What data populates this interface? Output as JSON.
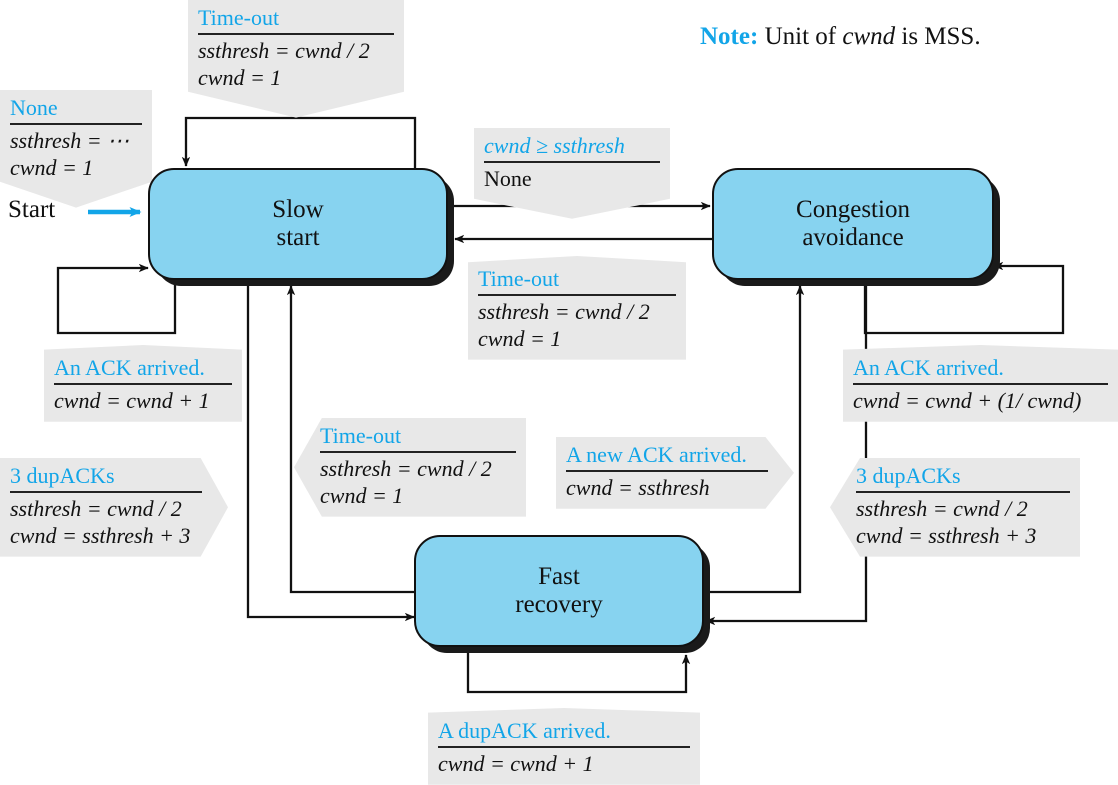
{
  "diagram": {
    "title": "TCP congestion control state machine",
    "colors": {
      "state_fill": "#87d3f0",
      "event_text": "#12a5e8",
      "label_bg": "#e8e8e8",
      "line": "#111111",
      "start_arrow": "#12a5e8"
    },
    "note": {
      "prefix": "Note:",
      "text_before": "Unit of",
      "italic": "cwnd",
      "text_after": "is MSS."
    },
    "start": {
      "label": "Start"
    },
    "states": [
      {
        "id": "slow-start",
        "line1": "Slow",
        "line2": "start"
      },
      {
        "id": "congestion-avoidance",
        "line1": "Congestion",
        "line2": "avoidance"
      },
      {
        "id": "fast-recovery",
        "line1": "Fast",
        "line2": "recovery"
      }
    ],
    "transitions": [
      {
        "id": "init",
        "event": "None",
        "actions": [
          "ssthresh = ⋯",
          "cwnd = 1"
        ],
        "from": "start",
        "to": "slow-start"
      },
      {
        "id": "ss-timeout-self",
        "event": "Time-out",
        "actions": [
          "ssthresh = cwnd / 2",
          "cwnd = 1"
        ],
        "from": "slow-start",
        "to": "slow-start"
      },
      {
        "id": "ss-to-ca",
        "event": "cwnd ≥ ssthresh",
        "actions": [
          "None"
        ],
        "from": "slow-start",
        "to": "congestion-avoidance"
      },
      {
        "id": "ca-timeout-to-ss",
        "event": "Time-out",
        "actions": [
          "ssthresh = cwnd / 2",
          "cwnd = 1"
        ],
        "from": "congestion-avoidance",
        "to": "slow-start"
      },
      {
        "id": "ss-ack-self",
        "event": "An ACK arrived.",
        "actions": [
          "cwnd = cwnd + 1"
        ],
        "from": "slow-start",
        "to": "slow-start"
      },
      {
        "id": "ca-ack-self",
        "event": "An ACK arrived.",
        "actions": [
          "cwnd = cwnd + (1/ cwnd)"
        ],
        "from": "congestion-avoidance",
        "to": "congestion-avoidance"
      },
      {
        "id": "fr-timeout-to-ss",
        "event": "Time-out",
        "actions": [
          "ssthresh = cwnd / 2",
          "cwnd = 1"
        ],
        "from": "fast-recovery",
        "to": "slow-start"
      },
      {
        "id": "fr-newack-to-ca",
        "event": "A new ACK arrived.",
        "actions": [
          "cwnd = ssthresh"
        ],
        "from": "fast-recovery",
        "to": "congestion-avoidance"
      },
      {
        "id": "ss-dupacks-to-fr",
        "event": "3 dupACKs",
        "actions": [
          "ssthresh = cwnd / 2",
          "cwnd = ssthresh + 3"
        ],
        "from": "slow-start",
        "to": "fast-recovery"
      },
      {
        "id": "ca-dupacks-to-fr",
        "event": "3 dupACKs",
        "actions": [
          "ssthresh = cwnd / 2",
          "cwnd = ssthresh + 3"
        ],
        "from": "congestion-avoidance",
        "to": "fast-recovery"
      },
      {
        "id": "fr-dupack-self",
        "event": "A dupACK arrived.",
        "actions": [
          "cwnd = cwnd + 1"
        ],
        "from": "fast-recovery",
        "to": "fast-recovery"
      }
    ]
  }
}
